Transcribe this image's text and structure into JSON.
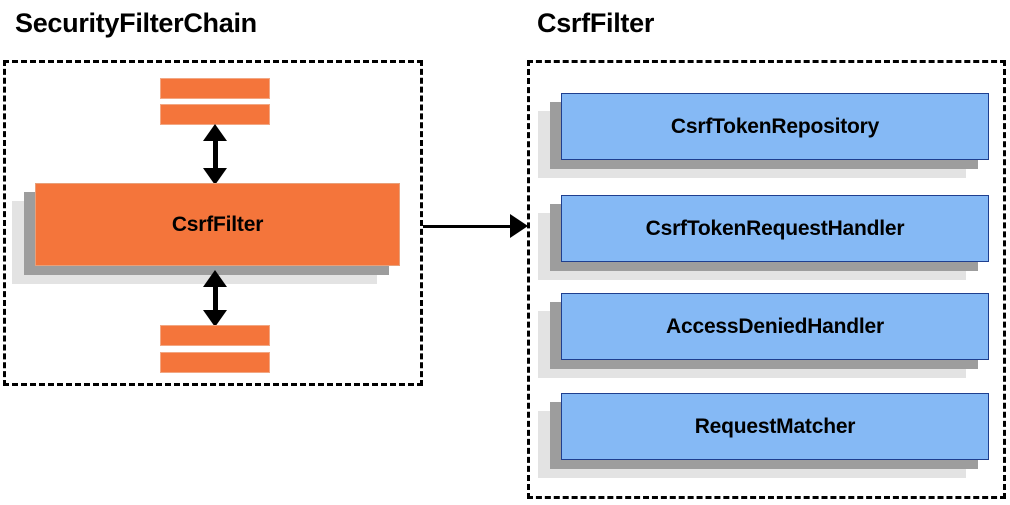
{
  "diagram": {
    "title_left": "SecurityFilterChain",
    "title_right": "CsrfFilter",
    "colors": {
      "node_blue_fill": "#85b9f5",
      "node_blue_border": "#1f3f8f",
      "node_orange_fill": "#f4753b",
      "node_orange_border": "#e8a07a",
      "shadow_near": "#9d9d9d",
      "shadow_far": "#e3e3e3",
      "stroke": "#000000",
      "background": "#ffffff"
    }
  },
  "left_panel": {
    "title": "SecurityFilterChain",
    "filter_node": {
      "label": "CsrfFilter"
    },
    "stubs_top": [
      {
        "label": ""
      },
      {
        "label": ""
      }
    ],
    "stubs_bottom": [
      {
        "label": ""
      },
      {
        "label": ""
      }
    ],
    "connector_top": {
      "label": "",
      "kind": "double-arrow-vertical"
    },
    "connector_bottom": {
      "label": "",
      "kind": "double-arrow-vertical"
    }
  },
  "right_panel": {
    "title": "CsrfFilter",
    "components": [
      {
        "label": "CsrfTokenRepository"
      },
      {
        "label": "CsrfTokenRequestHandler"
      },
      {
        "label": "AccessDeniedHandler"
      },
      {
        "label": "RequestMatcher"
      }
    ]
  },
  "cross_panel_arrow": {
    "label": "",
    "kind": "arrow-right"
  }
}
